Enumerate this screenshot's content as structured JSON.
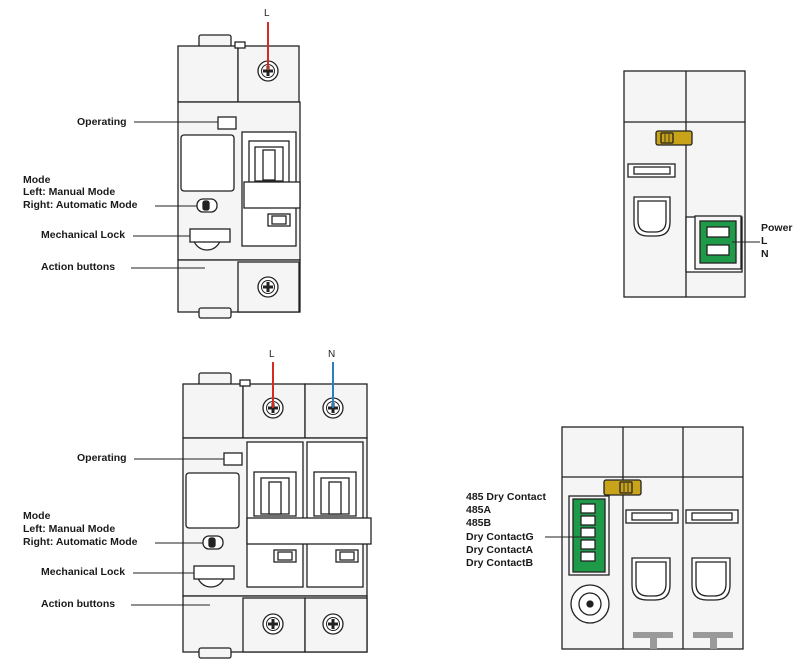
{
  "top_left": {
    "wire_l": "L",
    "operating": "Operating",
    "mode_title": "Mode",
    "mode_left": "Left:  Manual Mode",
    "mode_right": "Right:  Automatic Mode",
    "mechanical_lock": "Mechanical Lock",
    "action_buttons": "Action buttons"
  },
  "bottom_left": {
    "wire_l": "L",
    "wire_n": "N",
    "operating": "Operating",
    "mode_title": "Mode",
    "mode_left": "Left:  Manual Mode",
    "mode_right": "Right:  Automatic Mode",
    "mechanical_lock": "Mechanical Lock",
    "action_buttons": "Action buttons"
  },
  "top_right": {
    "power": "Power",
    "l": "L",
    "n": "N"
  },
  "bottom_right": {
    "terminals": [
      "485 Dry Contact",
      "485A",
      "485B",
      "Dry ContactG",
      "Dry ContactA",
      "Dry ContactB"
    ]
  },
  "colors": {
    "line_wire": "#d62b1e",
    "neutral_wire": "#2a7fc0",
    "terminal_green": "#1e9a48",
    "clip_yellow": "#c9a31a",
    "outline": "#222222",
    "body_fill": "#f4f4f4"
  }
}
